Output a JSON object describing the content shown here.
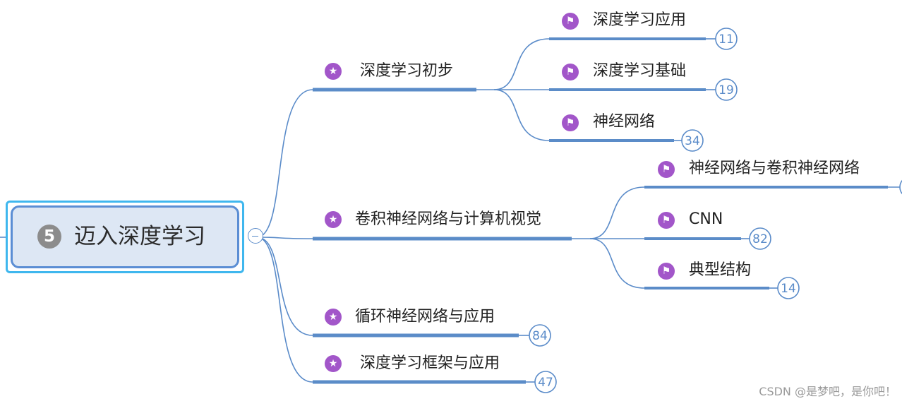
{
  "root": {
    "badge": "5",
    "title": "迈入深度学习"
  },
  "branches": [
    {
      "label": "深度学习初步",
      "children": [
        {
          "label": "深度学习应用",
          "count": "11"
        },
        {
          "label": "深度学习基础",
          "count": "19"
        },
        {
          "label": "神经网络",
          "count": "34"
        }
      ]
    },
    {
      "label": "卷积神经网络与计算机视觉",
      "children": [
        {
          "label": "神经网络与卷积神经网络",
          "count": ""
        },
        {
          "label": "CNN",
          "count": "82"
        },
        {
          "label": "典型结构",
          "count": "14"
        }
      ]
    },
    {
      "label": "循环神经网络与应用",
      "count": "84"
    },
    {
      "label": "深度学习框架与应用",
      "count": "47"
    }
  ],
  "watermark": "CSDN @是梦吧，是你吧！",
  "colors": {
    "line": "#5a8bc9",
    "underline": "#5b8cc8",
    "icon": "#a256c9",
    "root_border": "#3fb7ee",
    "root_fill": "#dde7f4"
  },
  "icons": {
    "branch": "star-icon",
    "leaf": "flag-icon"
  }
}
